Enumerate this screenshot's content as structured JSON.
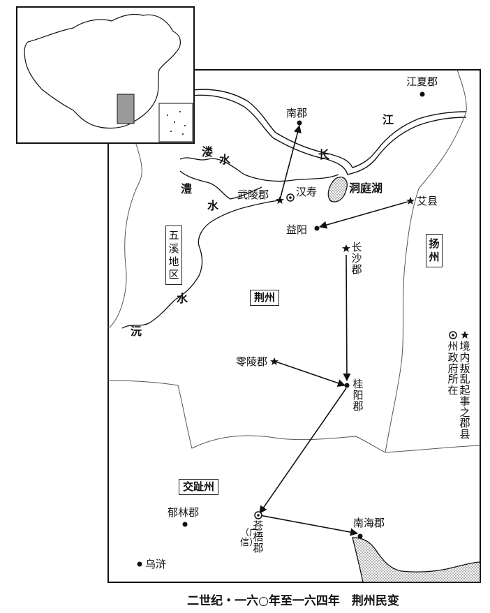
{
  "caption": "二世纪・一六○年至一六四年　荆州民变",
  "labels": {
    "jiangxia": "江夏郡",
    "nanjun": "南郡",
    "hanshou": "汉寿",
    "wuling": "武陵郡",
    "yiyang": "益阳",
    "aixian": "艾县",
    "changsha": "长沙郡",
    "lingling": "零陵郡",
    "guiyang": "桂阳郡",
    "yulin": "郁林郡",
    "cangwu": "苍梧郡",
    "guangxin": "（广信）",
    "nanhai": "南海郡",
    "wuhu": "乌浒"
  },
  "rivers": {
    "lou": "溇",
    "lou_shui": "水",
    "li": "澧",
    "li_shui": "水",
    "chang": "长",
    "jiang": "江",
    "yuan": "沅",
    "yuan_shui": "水"
  },
  "lake": "洞庭湖",
  "regions": {
    "wuxi": "五溪地区",
    "jingzhou": "荆州",
    "yangzhou": "扬州",
    "jiaozhi": "交趾州"
  },
  "legend": {
    "capital": "州政府所在",
    "revolt": "境内叛乱起事之郡县"
  },
  "colors": {
    "ink": "#111111",
    "highlight": "#9a9a9a"
  }
}
